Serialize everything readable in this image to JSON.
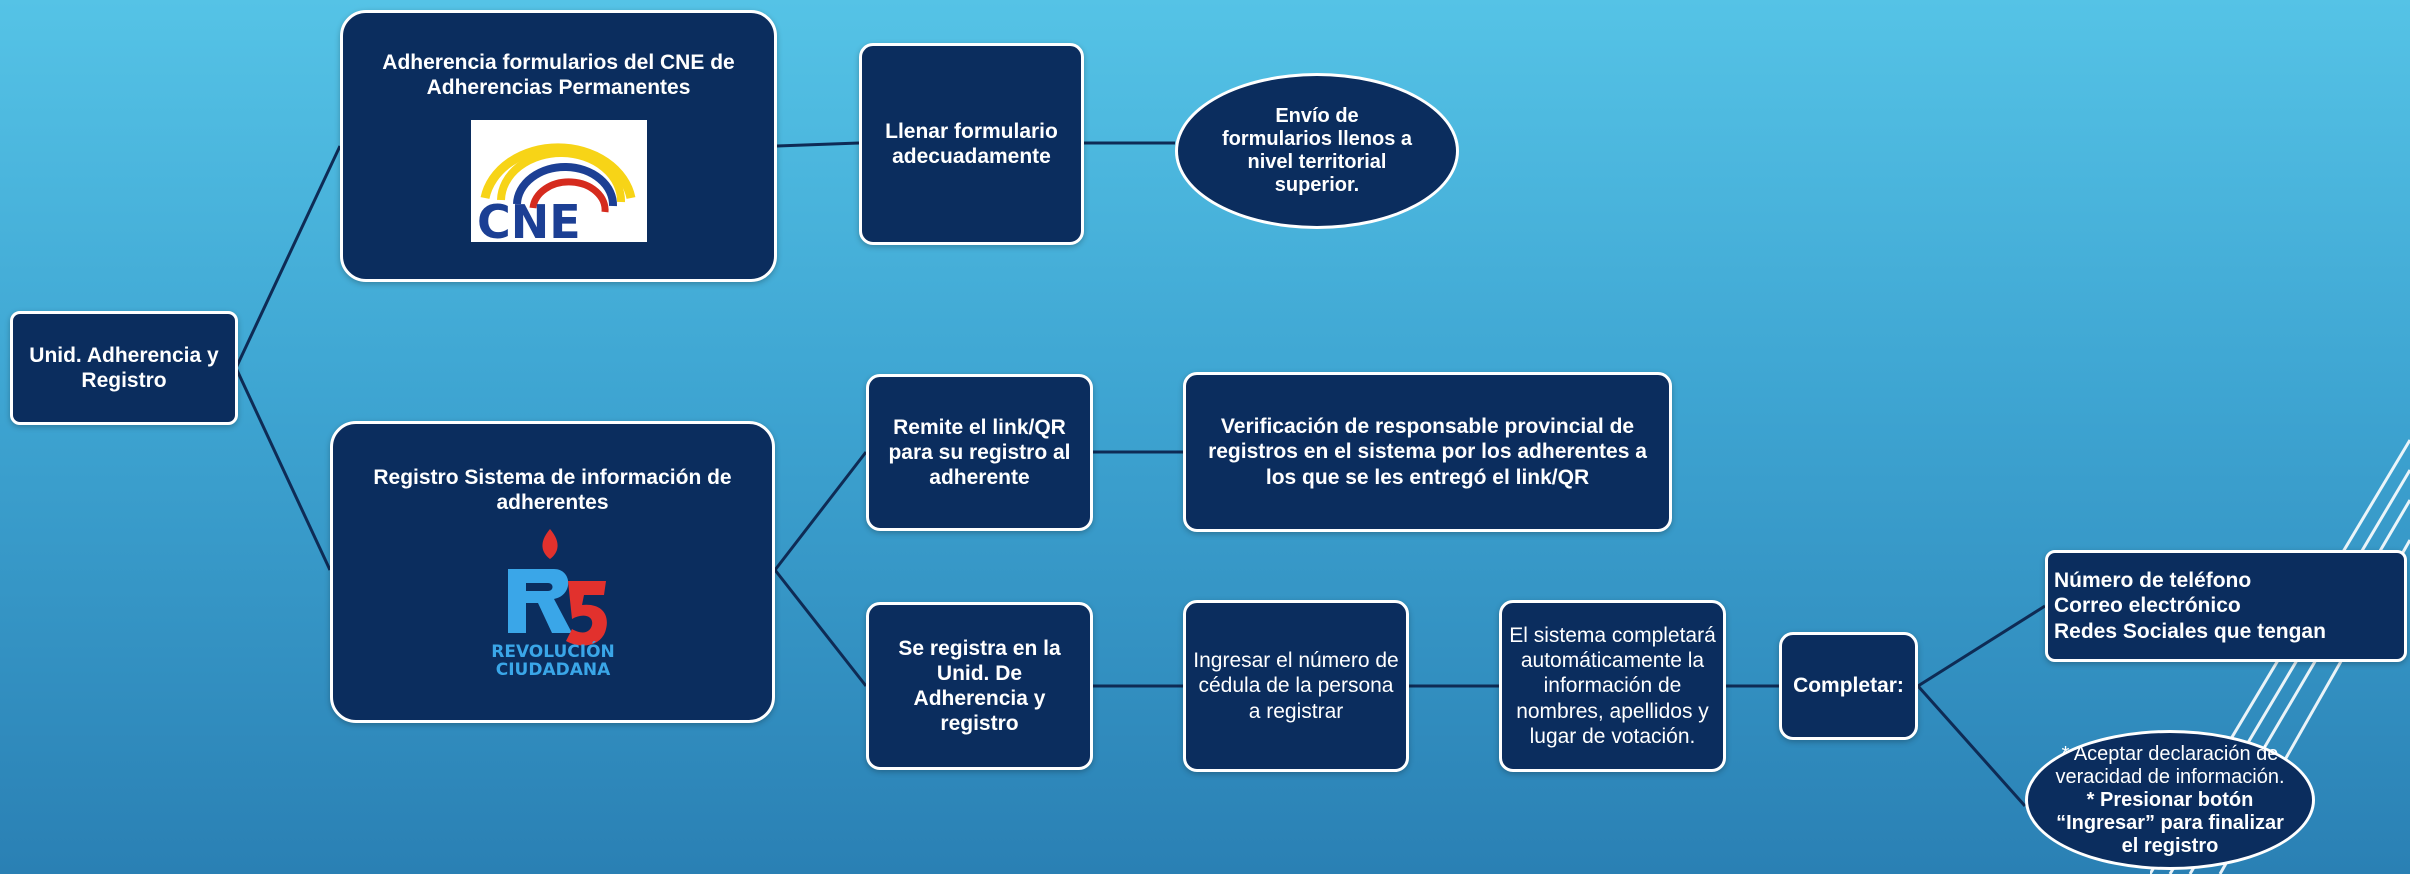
{
  "root": {
    "label": "Unid. Adherencia y\nRegistro"
  },
  "cne_branch": {
    "title": "Adherencia formularios del CNE de\nAdherencias Permanentes",
    "logo_text": "CNE",
    "step1": "Llenar formulario\nadecuadamente",
    "step2": "Envío de\nformularios llenos a\nnivel territorial\nsuperior."
  },
  "rc_branch": {
    "title": "Registro Sistema de información de\nadherentes",
    "logo_caption_1": "REVOLUCIÓN",
    "logo_caption_2": "CIUDADANA",
    "link_step": "Remite el link/QR\npara su registro al\nadherente",
    "verify_step": "Verificación de responsable provincial de\nregistros en el sistema por los adherentes a\nlos que se les entregó el link/QR",
    "register_step": "Se registra en la\nUnid. De\nAdherencia y\nregistro",
    "id_step": "Ingresar el número de\ncédula de la persona\na registrar",
    "auto_step": "El sistema completará\nautomáticamente la\ninformación de\nnombres, apellidos y\nlugar de votación.",
    "complete_label": "Completar:",
    "fields": [
      "Número de teléfono",
      "Correo electrónico",
      "Redes Sociales que tengan"
    ],
    "final_note_1": "* Aceptar declaración de\nveracidad de información.",
    "final_note_2": "* Presionar botón\n“Ingresar” para finalizar\nel registro"
  },
  "colors": {
    "box_fill": "#0b2d5e",
    "box_border": "#ffffff",
    "connector": "#0e2b55",
    "cne_yellow": "#f7d417",
    "cne_blue": "#1c3f94",
    "cne_red": "#d52b1e",
    "rc_blue": "#3aa6e8",
    "rc_red": "#e2312d"
  }
}
